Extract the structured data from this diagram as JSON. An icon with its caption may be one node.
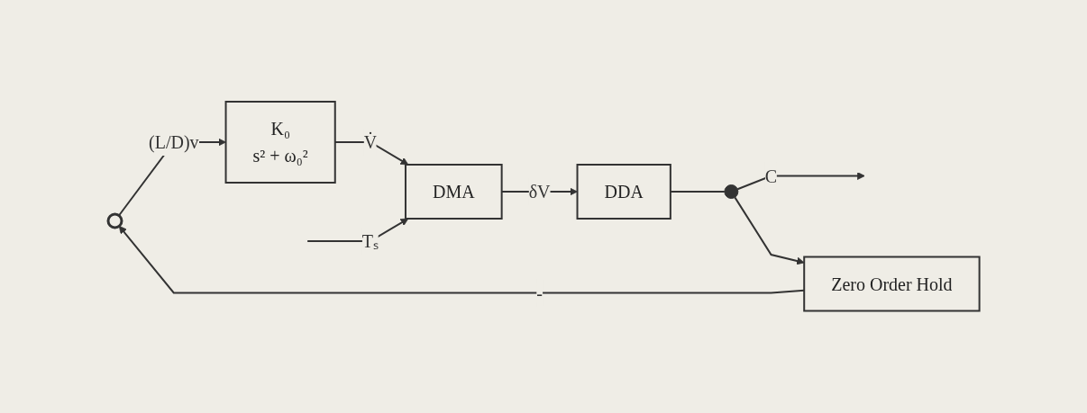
{
  "diagram": {
    "nodes": [
      {
        "text": [],
        "shape": "circle"
      },
      {
        "text": [
          "K₀",
          "s² + ω₀²"
        ]
      },
      {
        "text": [
          "DMA"
        ]
      },
      {
        "text": [
          "DDA"
        ]
      },
      {
        "text": [
          "Zero Order Hold"
        ]
      },
      {
        "text": [],
        "shape": "circle"
      }
    ],
    "edges": [
      {
        "from": 0,
        "to": 1,
        "label": "(L/D)v",
        "arrow": "to"
      },
      {
        "from": 1,
        "to": 2,
        "label": "V̇",
        "arrow": "to"
      },
      {
        "from": null,
        "to": 2,
        "label": "Tₛ",
        "arrow": "to"
      },
      {
        "from": 2,
        "to": 3,
        "label": "δV",
        "arrow": "to"
      },
      {
        "from": 3,
        "to": 5,
        "arrow": "none"
      },
      {
        "from": 5,
        "to": null,
        "label": "C",
        "arrow": "to"
      },
      {
        "from": 5,
        "to": 4,
        "arrow": "to"
      },
      {
        "from": 4,
        "to": 0,
        "label": "-",
        "arrow": "to"
      }
    ]
  }
}
